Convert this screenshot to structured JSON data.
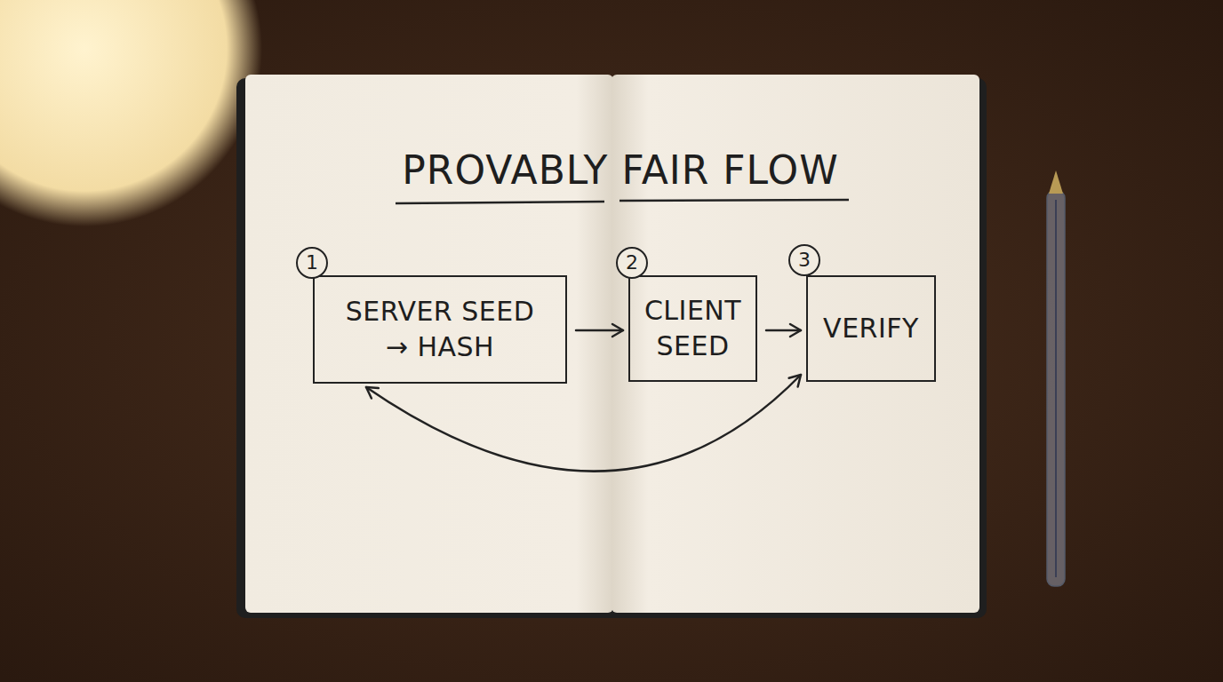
{
  "diagram": {
    "title": "PROVABLY FAIR FLOW",
    "nodes": [
      {
        "text": [
          "SERVER SEED → HASH"
        ]
      },
      {
        "text": [
          "CLIENT SEED"
        ]
      },
      {
        "text": [
          "VERIFY"
        ]
      }
    ],
    "edges": [
      {
        "from": 0,
        "to": 1,
        "arrow": "to"
      },
      {
        "from": 1,
        "to": 2,
        "arrow": "to"
      },
      {
        "from": 0,
        "to": 2,
        "arrow": "both"
      }
    ],
    "labels": [
      "1",
      "2",
      "3"
    ]
  }
}
